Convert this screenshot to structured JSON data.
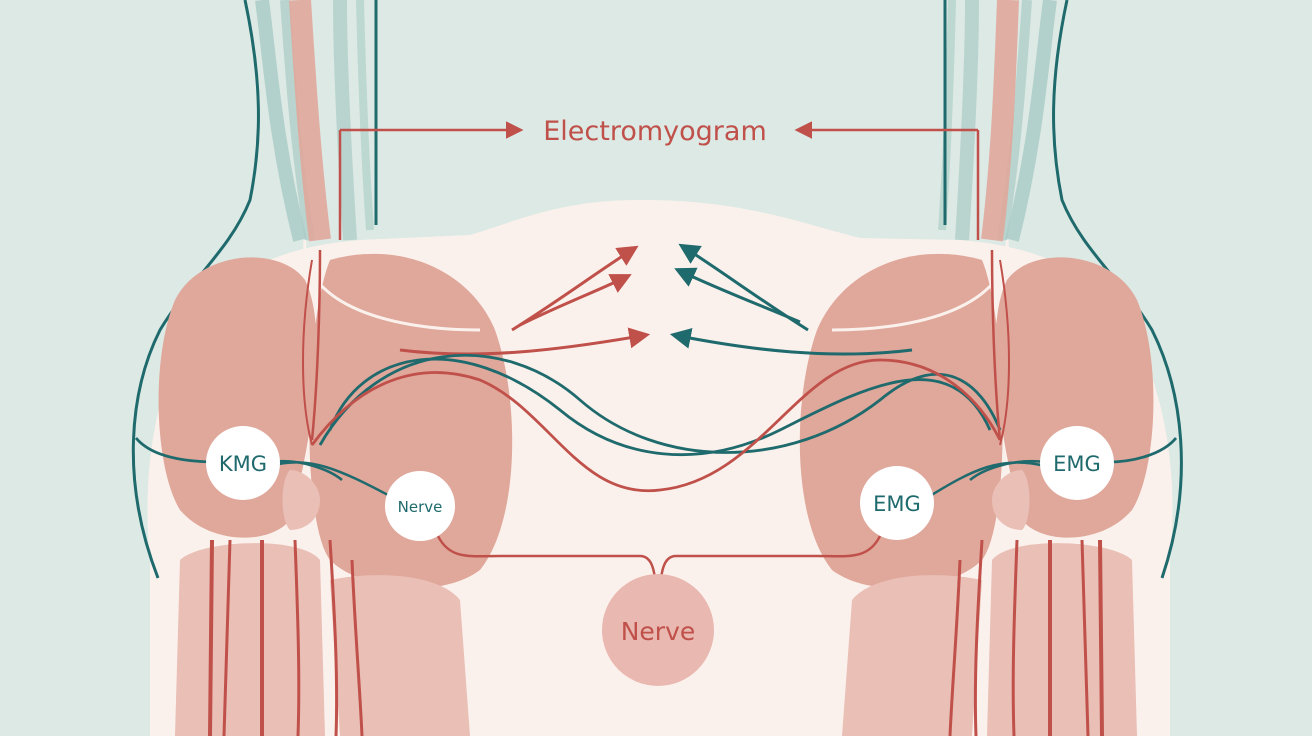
{
  "title": "Electromyogram",
  "sensors": {
    "left_outer": "KMG",
    "left_inner": "Nerve",
    "right_inner": "EMG",
    "right_outer": "EMG"
  },
  "center_node": "Nerve",
  "colors": {
    "background": "#dde9e4",
    "body_fill": "#fbf1ec",
    "muscle": "#e0a79b",
    "muscle_light": "#e9bfb6",
    "red_line": "#c0504a",
    "teal_line": "#1f6a6d",
    "teal_light": "#a9cbc5",
    "node_fill": "#ffffff",
    "center_node_fill": "#e9b8b0"
  },
  "icons": [
    "arrow-icon"
  ]
}
